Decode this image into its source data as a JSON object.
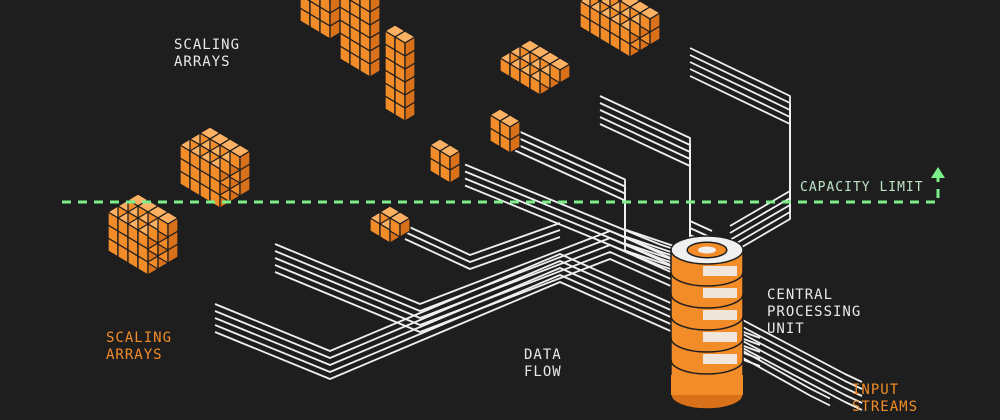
{
  "labels": {
    "scaling_arrays_top": "SCALING\nARRAYS",
    "scaling_arrays_left": "SCALING\nARRAYS",
    "capacity_limit": "CAPACITY LIMIT",
    "central_processing_unit": "CENTRAL\nPROCESSING\nUNIT",
    "data_flow": "DATA\nFLOW",
    "input_streams": "INPUT\nSTREAMS"
  },
  "colors": {
    "background": "#1e1e1e",
    "cube_top": "#fbb062",
    "cube_left": "#f28c28",
    "cube_right": "#d9701a",
    "edge": "#1e1e1e",
    "wire": "#f0f0f0",
    "limit_line": "#7cf08a",
    "label_white": "#e9e9e9",
    "label_orange": "#f28c28"
  },
  "icons": [
    "cube-icon",
    "cylinder-icon",
    "arrow-up-icon"
  ]
}
